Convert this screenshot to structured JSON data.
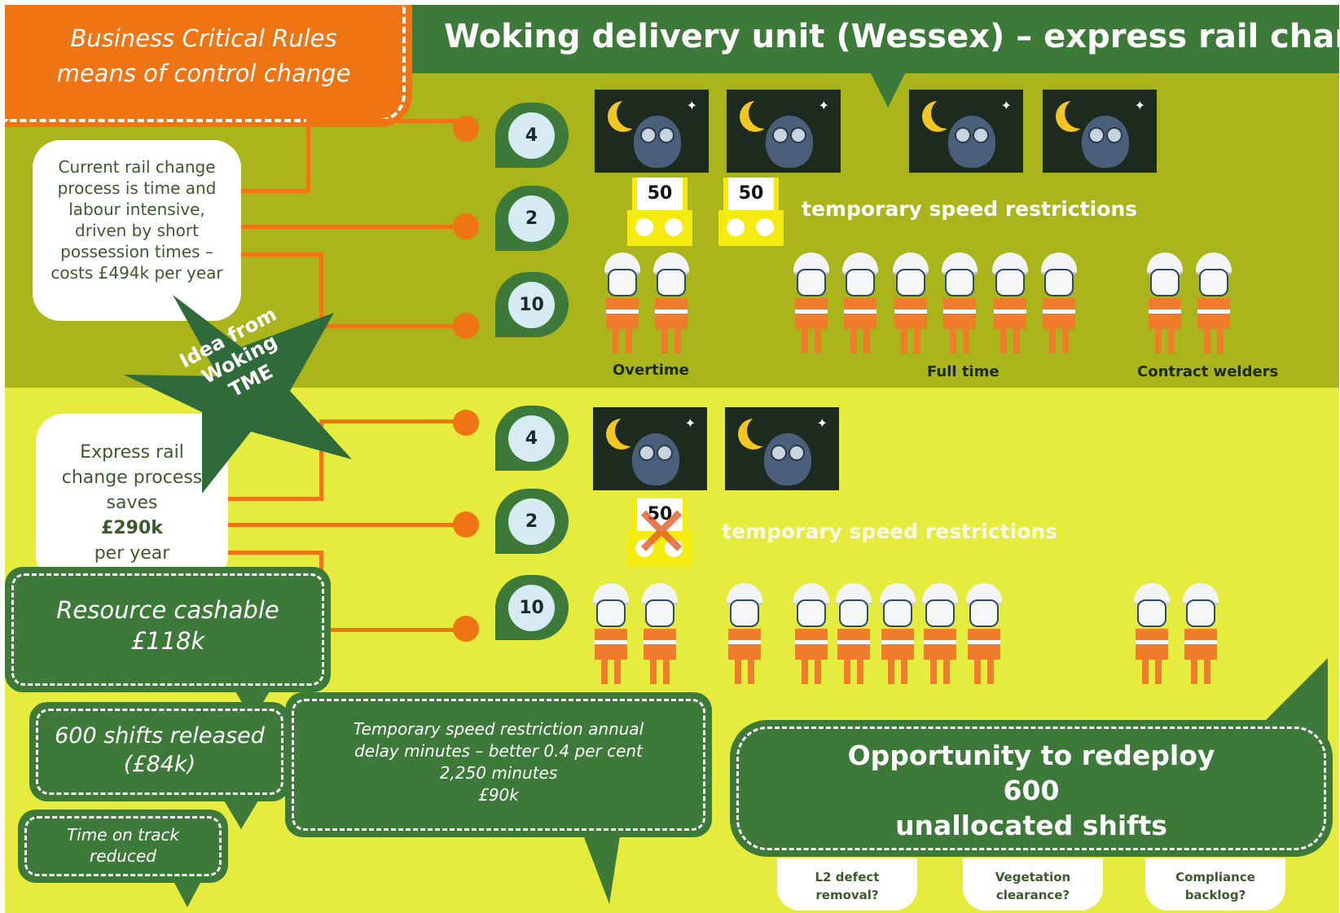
{
  "header": {
    "title": "Woking delivery unit (Wessex) – express rail change",
    "rules_banner": [
      "Business Critical Rules",
      "means of control change"
    ]
  },
  "current": {
    "text": "Current rail change process is time and labour intensive, driven by short possession times – costs £494k per year",
    "counts": {
      "nights": "4",
      "tsr": "2",
      "staff": "10"
    },
    "sign_value": "50",
    "tsr_label": "temporary speed restrictions",
    "worker_groups": [
      "Overtime",
      "Full time",
      "Contract welders"
    ]
  },
  "idea_star": [
    "Idea from",
    "Woking",
    "TME"
  ],
  "express": {
    "lines": [
      "Express rail",
      "change process",
      "saves"
    ],
    "amount": "£290k",
    "per_year": "per year",
    "counts": {
      "nights": "4",
      "tsr": "2",
      "staff": "10"
    },
    "sign_value": "50",
    "tsr_label": "temporary speed restrictions"
  },
  "callouts": {
    "resource": [
      "Resource cashable",
      "£118k"
    ],
    "shifts": [
      "600 shifts released",
      "(£84k)"
    ],
    "time_on_track": [
      "Time on track",
      "reduced"
    ],
    "tsr_delay": [
      "Temporary speed restriction annual",
      "delay minutes – better 0.4 per cent",
      "2,250 minutes",
      "£90k"
    ]
  },
  "opportunity": {
    "lines": [
      "Opportunity to redeploy",
      "600",
      "unallocated shifts"
    ],
    "options": [
      [
        "L2 defect",
        "removal?"
      ],
      [
        "Vegetation",
        "clearance?"
      ],
      [
        "Compliance",
        "backlog?"
      ]
    ]
  },
  "colors": {
    "orange": "#ef7413",
    "dark_green": "#3d7a3a",
    "olive": "#a9b51a",
    "lime": "#e6ec3d"
  }
}
